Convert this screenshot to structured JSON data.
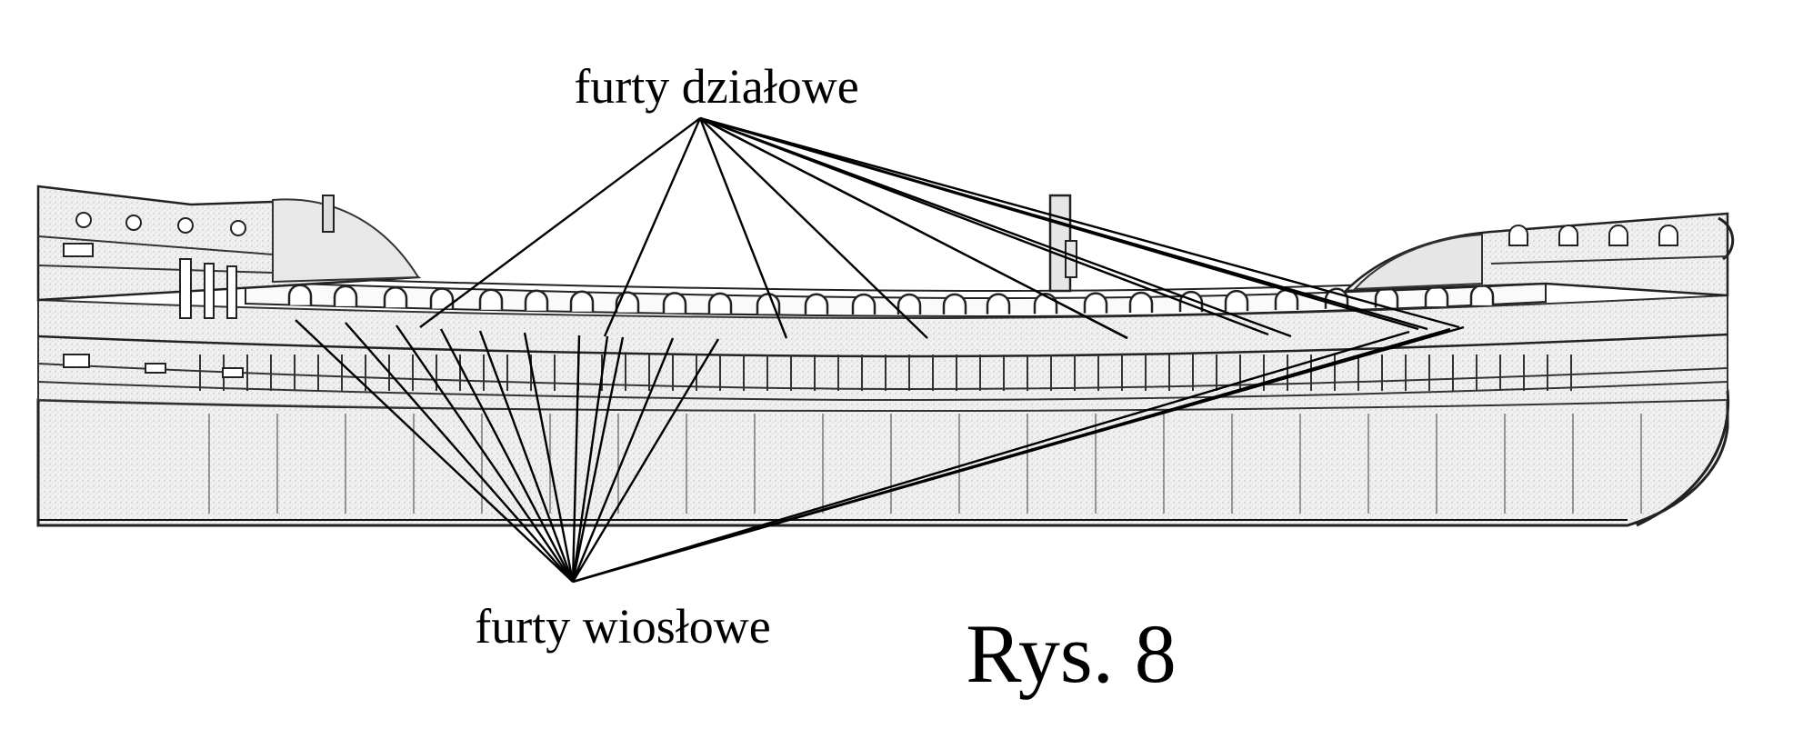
{
  "labels": {
    "gun_ports": "furty działowe",
    "oar_ports": "furty wiosłowe",
    "figure_caption": "Rys. 8"
  },
  "colors": {
    "ink": "#000000",
    "hull_fill": "#efefef",
    "hatch": "#444444",
    "background": "#ffffff"
  },
  "ship": {
    "view": "side elevation of a galley hull",
    "gun_port_count": 12,
    "oar_port_count": 13
  }
}
